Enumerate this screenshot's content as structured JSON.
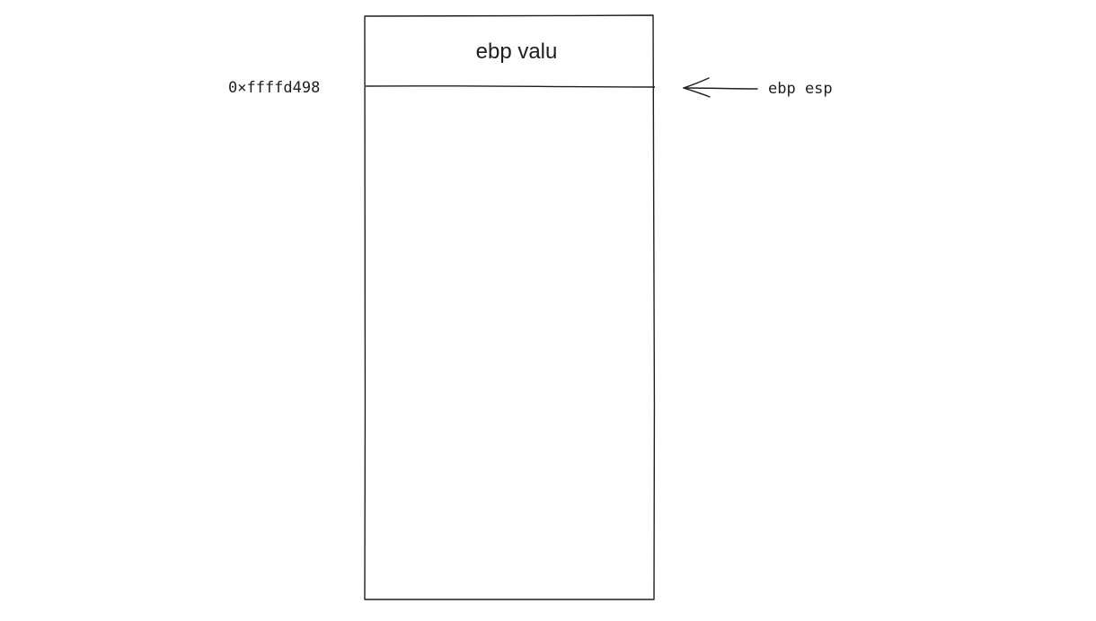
{
  "stack": {
    "top_cell_label": "ebp valu",
    "address_label": "0×ffffd498",
    "pointer_label": "ebp esp"
  },
  "colors": {
    "stroke": "#1e1e1e",
    "text": "#1e1e1e",
    "background": "#ffffff"
  }
}
